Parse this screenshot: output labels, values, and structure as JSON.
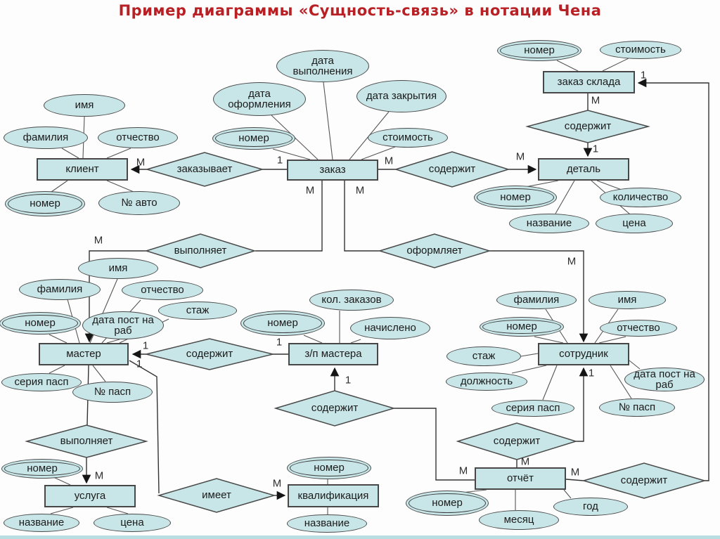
{
  "title": "Пример диаграммы «Сущность-связь» в нотации Чена",
  "card": {
    "m": "M",
    "one": "1"
  },
  "labels": {
    "klient": "клиент",
    "zakaz": "заказ",
    "zakaz_sklada": "заказ склада",
    "detal": "деталь",
    "master": "мастер",
    "zp_mastera": "з/п мастера",
    "sotrudnik": "сотрудник",
    "usluga": "услуга",
    "kvalifikacia": "квалификация",
    "otchet": "отчёт",
    "zakazyvaet": "заказывает",
    "soderzhit": "содержит",
    "vypolnyaet": "выполняет",
    "oformlyaet": "оформляет",
    "imeet": "имеет",
    "imya": "имя",
    "familiya": "фамилия",
    "otchestvo": "отчество",
    "nomer": "номер",
    "no_avto": "№ авто",
    "data_vypolneniya": "дата выполнения",
    "data_oformleniya": "дата оформления",
    "data_zakrytiya": "дата закрытия",
    "stoimost": "стоимость",
    "kolichestvo": "количество",
    "nazvanie": "название",
    "cena": "цена",
    "data_post": "дата пост на раб",
    "stazh": "стаж",
    "seriya_pasp": "серия пасп",
    "no_pasp": "№ пасп",
    "kol_zakazov": "кол. заказов",
    "nachisleno": "начислено",
    "dolzhnost": "должность",
    "mesyac": "месяц",
    "god": "год"
  },
  "colors": {
    "shape_fill": "#c8e5e7",
    "shape_border": "#474747",
    "line": "#3c3c3c",
    "title_text": "#b92025",
    "footer_bar": "#b9dde0",
    "background": "#fcfdfc"
  }
}
